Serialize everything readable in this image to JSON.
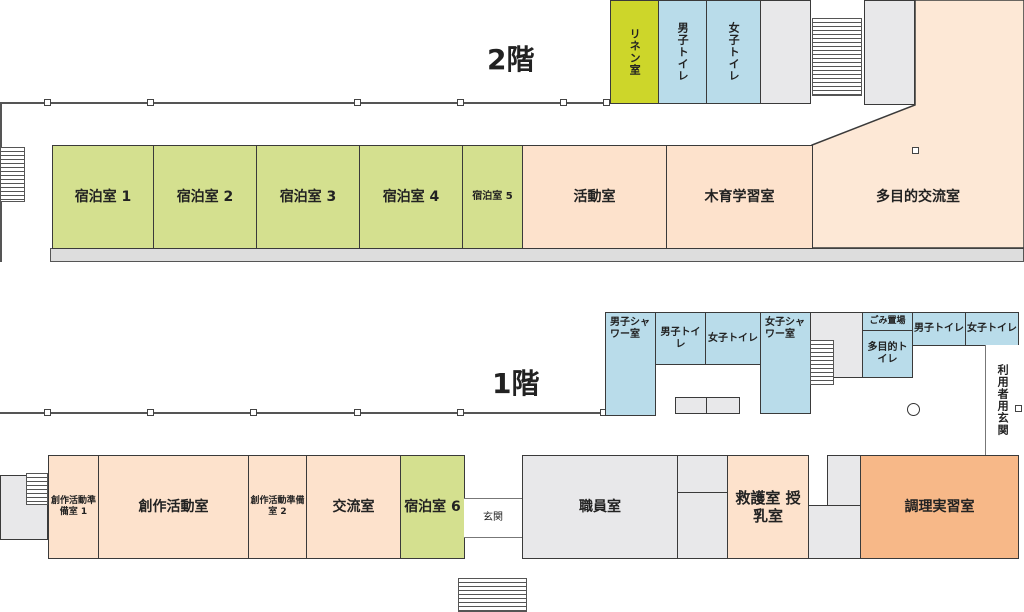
{
  "floor2": {
    "label": "2階",
    "rooms": {
      "r1": "宿泊室 1",
      "r2": "宿泊室 2",
      "r3": "宿泊室 3",
      "r4": "宿泊室 4",
      "r5": "宿泊室 5",
      "activity": "活動室",
      "wood": "木育学習室",
      "multi": "多目的交流室",
      "linen": "リネン室",
      "men_wc": "男子トイレ",
      "women_wc": "女子トイレ"
    }
  },
  "floor1": {
    "label": "1階",
    "rooms": {
      "prep1": "創作活動準備室 1",
      "creative": "創作活動室",
      "prep2": "創作活動準備室 2",
      "exchange": "交流室",
      "r6": "宿泊室 6",
      "entrance": "玄関",
      "staff": "職員室",
      "firstaid": "救護室 授乳室",
      "cooking": "調理実習室",
      "men_shower": "男子シャワー室",
      "men_wc": "男子トイレ",
      "women_wc": "女子トイレ",
      "women_shower": "女子シャワー室",
      "garbage": "ごみ置場",
      "multi_wc": "多目的トイレ",
      "men_wc2": "男子トイレ",
      "women_wc2": "女子トイレ",
      "user_entrance": "利用者用玄関"
    }
  },
  "colors": {
    "lodging": "#d4e08f",
    "activity": "#fde2cc",
    "wc": "#b9dcea",
    "service": "#e8e8ea",
    "linen": "#cdd62a",
    "cooking": "#f7b888"
  }
}
